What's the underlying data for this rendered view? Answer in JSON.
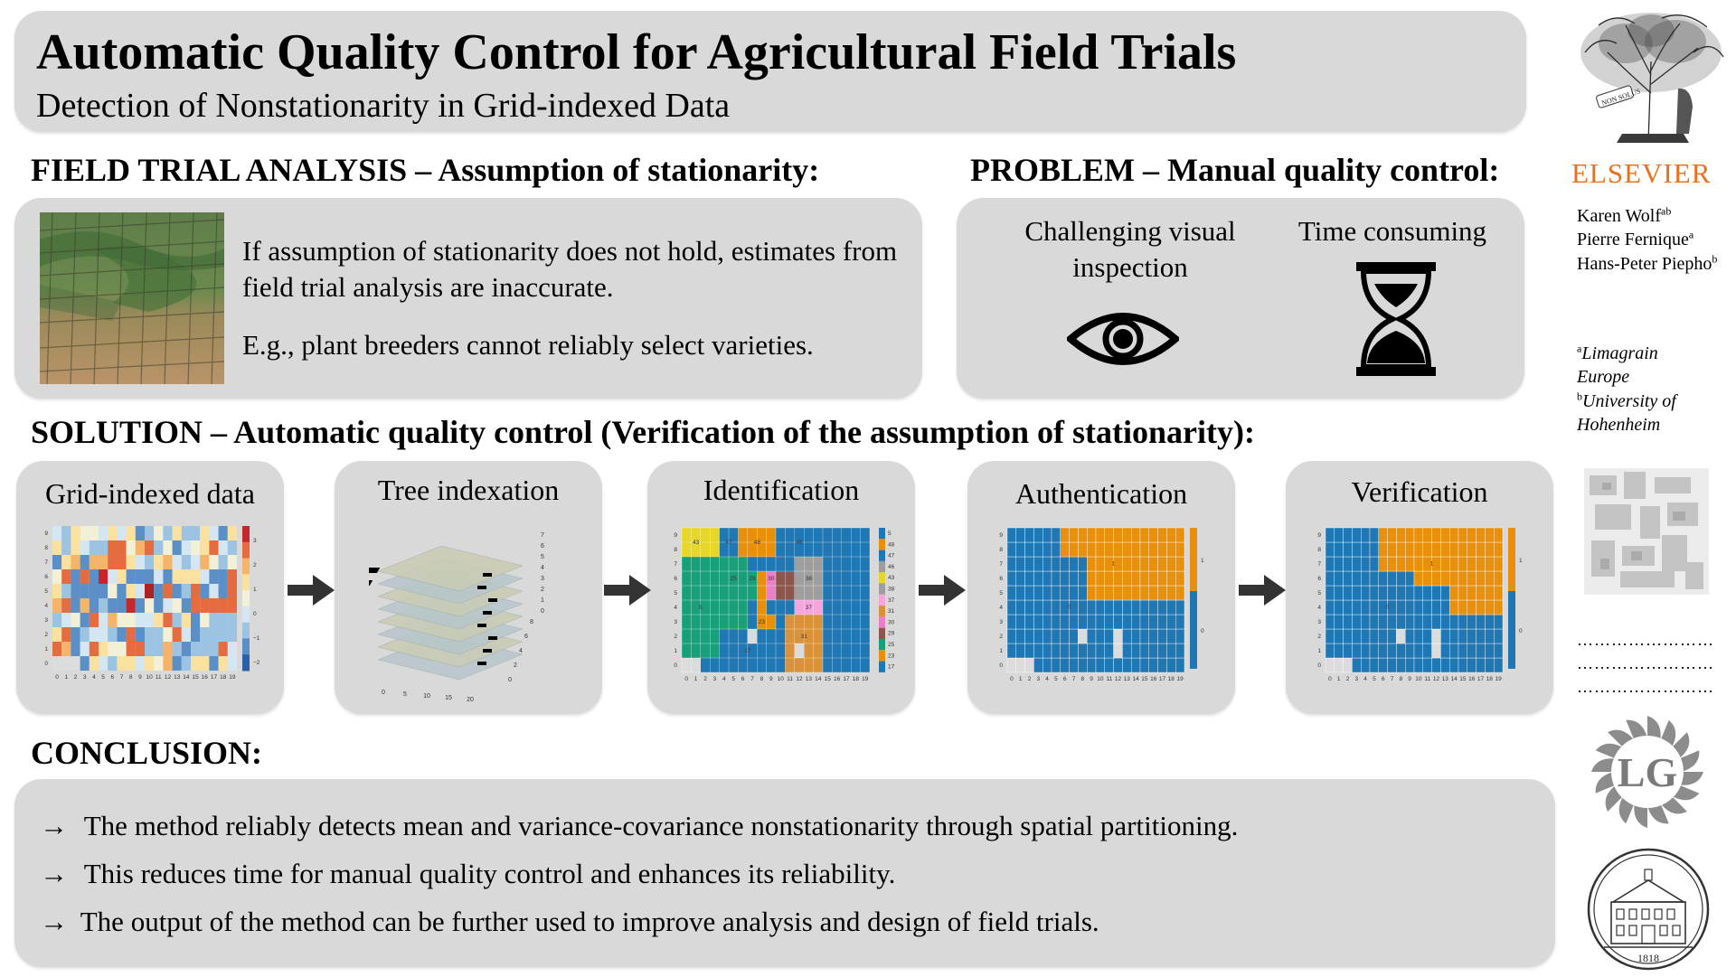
{
  "header": {
    "title": "Automatic Quality Control for Agricultural Field Trials",
    "subtitle": "Detection of Nonstationarity in Grid-indexed Data"
  },
  "field_trial": {
    "heading": "FIELD TRIAL ANALYSIS – Assumption of stationarity:",
    "text1": "If assumption of stationarity does not hold, estimates from field trial analysis are inaccurate.",
    "text2": "E.g., plant breeders cannot reliably select varieties."
  },
  "problem": {
    "heading": "PROBLEM – Manual quality control:",
    "item1": "Challenging visual inspection",
    "item2": "Time consuming",
    "icon1": "eye-icon",
    "icon2": "hourglass-icon"
  },
  "solution": {
    "heading": "SOLUTION – Automatic quality control (Verification of the assumption of stationarity):",
    "steps": [
      "Grid-indexed data",
      "Tree indexation",
      "Identification",
      "Authentication",
      "Verification"
    ],
    "x_ticks": [
      "0",
      "1",
      "2",
      "3",
      "4",
      "5",
      "6",
      "7",
      "8",
      "9",
      "10",
      "11",
      "12",
      "13",
      "14",
      "15",
      "16",
      "17",
      "18",
      "19"
    ],
    "y_ticks": [
      "0",
      "1",
      "2",
      "3",
      "4",
      "5",
      "6",
      "7",
      "8",
      "9"
    ],
    "heat_colorbar_ticks": [
      "3",
      "2",
      "1",
      "0",
      "−1",
      "−2"
    ],
    "tree_z_ticks": [
      "7",
      "6",
      "5",
      "4",
      "3",
      "2",
      "1",
      "0"
    ],
    "tree_x_ticks": [
      "0",
      "5",
      "10",
      "15",
      "20"
    ],
    "tree_y_ticks": [
      "8",
      "6",
      "4",
      "2",
      "0"
    ],
    "ident_legend": [
      "5",
      "48",
      "47",
      "46",
      "43",
      "38",
      "37",
      "31",
      "30",
      "29",
      "25",
      "23",
      "17"
    ],
    "ident_labels": [
      "43",
      "47",
      "48",
      "46",
      "38",
      "37",
      "25",
      "29",
      "30",
      "5",
      "23",
      "31",
      "17"
    ],
    "binary_labels": [
      "1",
      "0"
    ],
    "binary_colorbar_ticks": [
      "1",
      "0"
    ]
  },
  "conclusion": {
    "heading": "CONCLUSION:",
    "arrow_glyph": "→",
    "items": [
      "The method reliably detects mean and variance-covariance nonstationarity through spatial partitioning.",
      "This reduces time for manual quality control and enhances its reliability.",
      "The output of the method can be further used to improve analysis and design of field trials."
    ]
  },
  "sidebar": {
    "publisher": "ELSEVIER",
    "logo_motto": "NON SOLUS",
    "authors": [
      {
        "name": "Karen Wolf",
        "sup": "ab"
      },
      {
        "name": "Pierre Fernique",
        "sup": "a"
      },
      {
        "name": "Hans-Peter Piepho",
        "sup": "b"
      }
    ],
    "affiliations": [
      {
        "sup": "a",
        "name": "Limagrain Europe"
      },
      {
        "sup": "b",
        "name": "University of Hohenheim"
      }
    ],
    "dots": [
      "……………………",
      "……………………",
      "……………………"
    ],
    "lg_logo": "LG",
    "seal_year": "1818"
  },
  "colors": {
    "panel": "#d9d9d9",
    "elsevier_orange": "#e9711c",
    "blue": "#1f77b4",
    "orange": "#e8900c"
  }
}
